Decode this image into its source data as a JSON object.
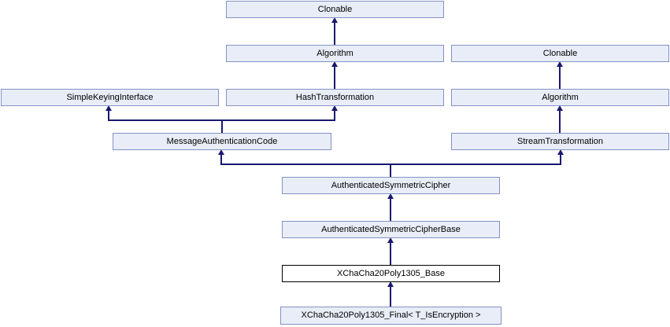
{
  "diagram": {
    "type": "class-inheritance-diagram",
    "colors": {
      "background": "#ffffff",
      "node_fill": "#e8edf7",
      "node_border": "#8491c5",
      "current_node_fill": "#ffffff",
      "current_node_border": "#000000",
      "edge": "#191970",
      "text": "#000000"
    },
    "nodes": [
      {
        "id": "clonable-top",
        "label": "Clonable"
      },
      {
        "id": "algorithm-mid",
        "label": "Algorithm"
      },
      {
        "id": "clonable-right",
        "label": "Clonable"
      },
      {
        "id": "simple-keying-interface",
        "label": "SimpleKeyingInterface"
      },
      {
        "id": "hash-transformation",
        "label": "HashTransformation"
      },
      {
        "id": "algorithm-right",
        "label": "Algorithm"
      },
      {
        "id": "message-authentication-code",
        "label": "MessageAuthenticationCode"
      },
      {
        "id": "stream-transformation",
        "label": "StreamTransformation"
      },
      {
        "id": "authenticated-symmetric-cipher",
        "label": "AuthenticatedSymmetricCipher"
      },
      {
        "id": "authenticated-symmetric-cipher-base",
        "label": "AuthenticatedSymmetricCipherBase"
      },
      {
        "id": "xchacha20poly1305-base",
        "label": "XChaCha20Poly1305_Base",
        "current": true
      },
      {
        "id": "xchacha20poly1305-final",
        "label": "XChaCha20Poly1305_Final< T_IsEncryption >"
      }
    ],
    "edges": [
      {
        "from": "algorithm-mid",
        "to": "clonable-top"
      },
      {
        "from": "hash-transformation",
        "to": "algorithm-mid"
      },
      {
        "from": "algorithm-right",
        "to": "clonable-right"
      },
      {
        "from": "stream-transformation",
        "to": "algorithm-right"
      },
      {
        "from": "message-authentication-code",
        "to": "simple-keying-interface"
      },
      {
        "from": "message-authentication-code",
        "to": "hash-transformation"
      },
      {
        "from": "authenticated-symmetric-cipher",
        "to": "message-authentication-code"
      },
      {
        "from": "authenticated-symmetric-cipher",
        "to": "stream-transformation"
      },
      {
        "from": "authenticated-symmetric-cipher-base",
        "to": "authenticated-symmetric-cipher"
      },
      {
        "from": "xchacha20poly1305-base",
        "to": "authenticated-symmetric-cipher-base"
      },
      {
        "from": "xchacha20poly1305-final",
        "to": "xchacha20poly1305-base"
      }
    ]
  }
}
